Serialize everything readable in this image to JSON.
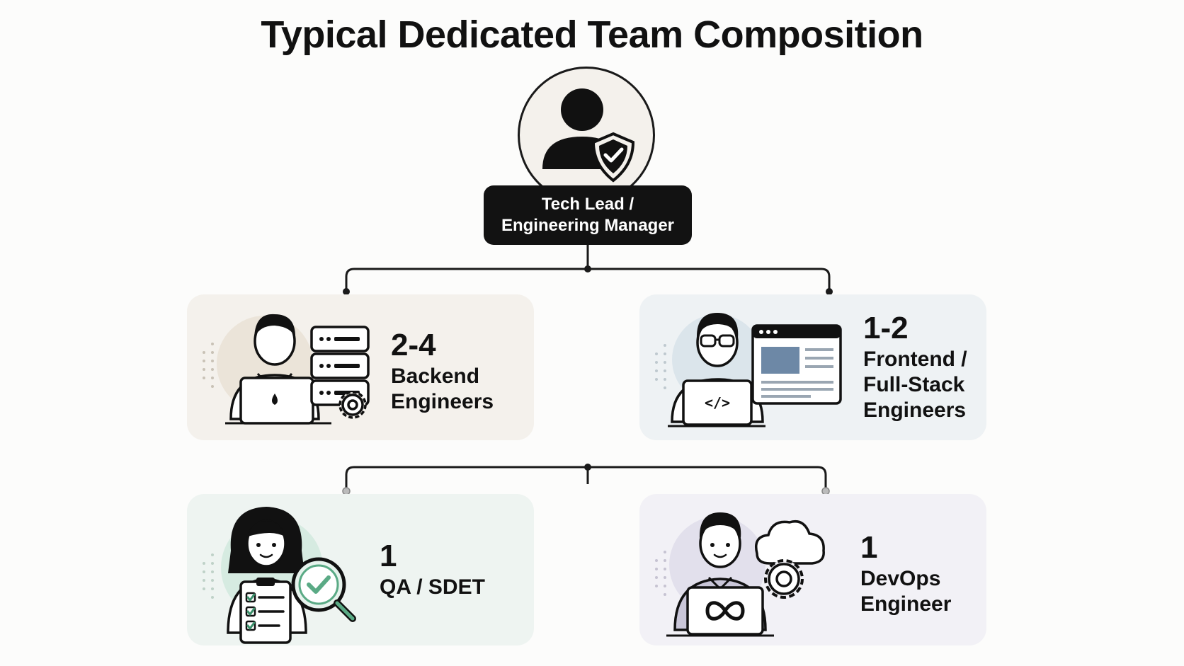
{
  "title": "Typical Dedicated Team Composition",
  "lead": {
    "line1": "Tech Lead /",
    "line2": "Engineering Manager",
    "icon": "user-shield-icon"
  },
  "roles": [
    {
      "count": "2-4",
      "line1": "Backend",
      "line2": "Engineers",
      "line3": "",
      "icon": "backend-engineer-server-icon"
    },
    {
      "count": "1-2",
      "line1": "Frontend /",
      "line2": "Full-Stack",
      "line3": "Engineers",
      "icon": "frontend-engineer-browser-icon"
    },
    {
      "count": "1",
      "line1": "QA / SDET",
      "line2": "",
      "line3": "",
      "icon": "qa-checklist-magnifier-icon"
    },
    {
      "count": "1",
      "line1": "DevOps",
      "line2": "Engineer",
      "line3": "",
      "icon": "devops-cloud-gear-icon"
    }
  ],
  "colors": {
    "backend_card": "#f4f1ec",
    "frontend_card": "#eef2f4",
    "qa_card": "#eef4f1",
    "devops_card": "#f2f1f6",
    "lead_label": "#121212"
  }
}
